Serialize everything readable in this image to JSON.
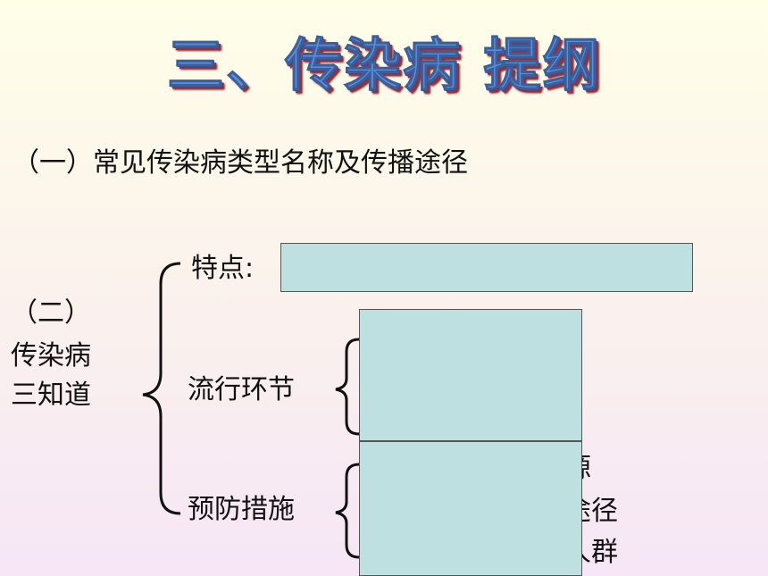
{
  "title": "三、传染病 提纲",
  "section1": "（一）常见传染病类型名称及传播途径",
  "section2": {
    "line1": "（二）",
    "line2": "传染病",
    "line3": "三知道"
  },
  "branches": {
    "features": "特点:",
    "epidemic_links": "流行环节",
    "prevention": "预防措施"
  },
  "partial_text": {
    "line1": "源",
    "line2": "途径",
    "line3": "人群"
  },
  "colors": {
    "box_fill": "#bfe0e0",
    "title_fill": "#5b8fd6",
    "title_shadow": "#9a2f3a"
  }
}
